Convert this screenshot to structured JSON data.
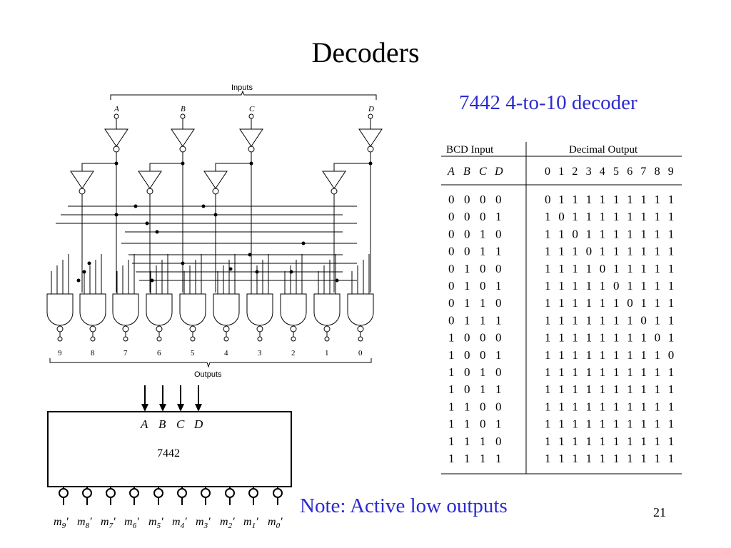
{
  "slide": {
    "title": "Decoders",
    "subtitle": "7442 4-to-10 decoder",
    "note": "Note: Active low outputs",
    "page_number": "21"
  },
  "colors": {
    "accent": "#2b2bd0",
    "line": "#000000"
  },
  "circuit": {
    "inputs_label": "Inputs",
    "outputs_label": "Outputs",
    "input_names": [
      "A",
      "B",
      "C",
      "D"
    ],
    "output_numbers": [
      "9",
      "8",
      "7",
      "6",
      "5",
      "4",
      "3",
      "2",
      "1",
      "0"
    ]
  },
  "block": {
    "chip_label": "7442",
    "input_pins": [
      "A",
      "B",
      "C",
      "D"
    ],
    "output_pins": [
      "9",
      "8",
      "7",
      "6",
      "5",
      "4",
      "3",
      "2",
      "1",
      "0"
    ],
    "output_prefix": "m",
    "output_suffix": "′"
  },
  "truth_table": {
    "group_headers": [
      "BCD Input",
      "Decimal Output"
    ],
    "input_cols": [
      "A",
      "B",
      "C",
      "D"
    ],
    "output_cols": [
      "0",
      "1",
      "2",
      "3",
      "4",
      "5",
      "6",
      "7",
      "8",
      "9"
    ],
    "rows": [
      {
        "in": "0 0 0 0",
        "out": "0 1 1 1 1 1 1 1 1 1"
      },
      {
        "in": "0 0 0 1",
        "out": "1 0 1 1 1 1 1 1 1 1"
      },
      {
        "in": "0 0 1 0",
        "out": "1 1 0 1 1 1 1 1 1 1"
      },
      {
        "in": "0 0 1 1",
        "out": "1 1 1 0 1 1 1 1 1 1"
      },
      {
        "in": "0 1 0 0",
        "out": "1 1 1 1 0 1 1 1 1 1"
      },
      {
        "in": "0 1 0 1",
        "out": "1 1 1 1 1 0 1 1 1 1"
      },
      {
        "in": "0 1 1 0",
        "out": "1 1 1 1 1 1 0 1 1 1"
      },
      {
        "in": "0 1 1 1",
        "out": "1 1 1 1 1 1 1 0 1 1"
      },
      {
        "in": "1 0 0 0",
        "out": "1 1 1 1 1 1 1 1 0 1"
      },
      {
        "in": "1 0 0 1",
        "out": "1 1 1 1 1 1 1 1 1 0"
      },
      {
        "in": "1 0 1 0",
        "out": "1 1 1 1 1 1 1 1 1 1"
      },
      {
        "in": "1 0 1 1",
        "out": "1 1 1 1 1 1 1 1 1 1"
      },
      {
        "in": "1 1 0 0",
        "out": "1 1 1 1 1 1 1 1 1 1"
      },
      {
        "in": "1 1 0 1",
        "out": "1 1 1 1 1 1 1 1 1 1"
      },
      {
        "in": "1 1 1 0",
        "out": "1 1 1 1 1 1 1 1 1 1"
      },
      {
        "in": "1 1 1 1",
        "out": "1 1 1 1 1 1 1 1 1 1"
      }
    ]
  }
}
